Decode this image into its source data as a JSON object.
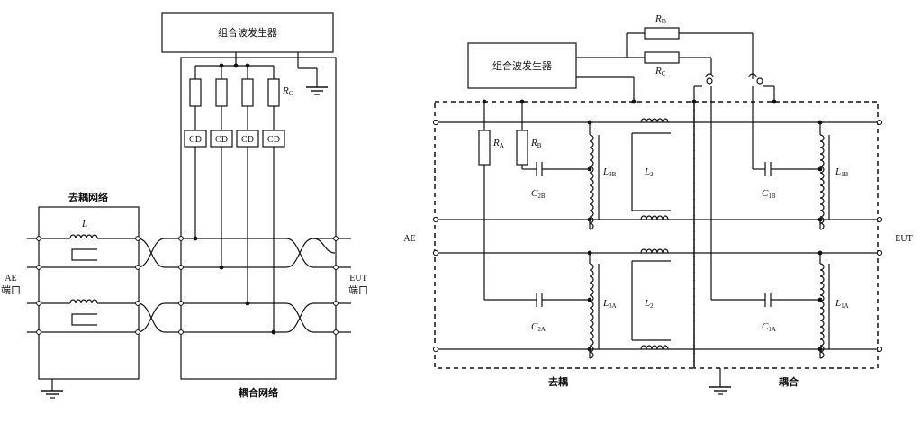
{
  "left": {
    "generator_label": "组合波发生器",
    "decoupling_label": "去耦网络",
    "coupling_label": "耦合网络",
    "ae_label": "AE",
    "ae_port_label": "端口",
    "eut_label": "EUT",
    "eut_port_label": "端口",
    "inductor_label": "L",
    "resistor_label": "R",
    "resistor_sub": "C",
    "cd_labels": [
      "CD",
      "CD",
      "CD",
      "CD"
    ]
  },
  "right": {
    "generator_label": "组合波发生器",
    "ae_label": "AE",
    "eut_label": "EUT",
    "decouple_label": "去耦",
    "couple_label": "耦合",
    "rd": {
      "main": "R",
      "sub": "D"
    },
    "rc": {
      "main": "R",
      "sub": "C"
    },
    "ra": {
      "main": "R",
      "sub": "A"
    },
    "rb": {
      "main": "R",
      "sub": "B"
    },
    "c2b": {
      "main": "C",
      "sub": "2B"
    },
    "c2a": {
      "main": "C",
      "sub": "2A"
    },
    "c1b": {
      "main": "C",
      "sub": "1B"
    },
    "c1a": {
      "main": "C",
      "sub": "1A"
    },
    "l3b": {
      "main": "L",
      "sub": "3B"
    },
    "l3a": {
      "main": "L",
      "sub": "3A"
    },
    "l2_top": {
      "main": "L",
      "sub": "2"
    },
    "l2_bot": {
      "main": "L",
      "sub": "2"
    },
    "l1b": {
      "main": "L",
      "sub": "1B"
    },
    "l1a": {
      "main": "L",
      "sub": "1A"
    }
  }
}
